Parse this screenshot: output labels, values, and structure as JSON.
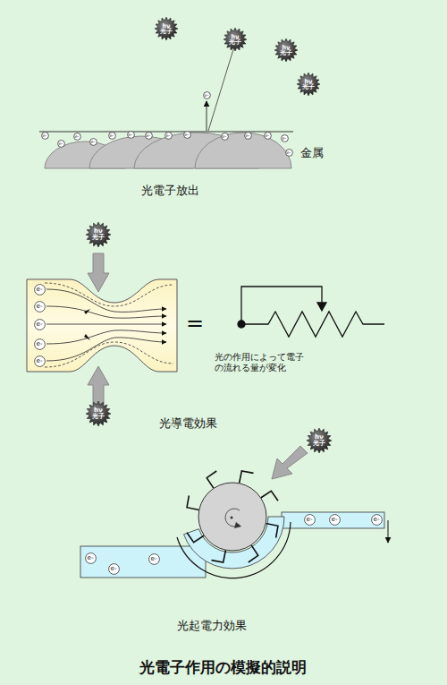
{
  "diagram": {
    "title": "光電子作用の模擬的説明",
    "nodes": [
      {
        "text": [
          "hν 光子"
        ]
      },
      {
        "text": [
          "hν 光子"
        ]
      },
      {
        "text": [
          "hν 光子"
        ]
      },
      {
        "text": [
          "hν 光子"
        ]
      },
      {
        "text": [
          "e-"
        ]
      },
      {
        "text": [
          "e-"
        ]
      },
      {
        "text": [
          "e-"
        ]
      },
      {
        "text": [
          "e-"
        ]
      },
      {
        "text": [
          "e-"
        ]
      },
      {
        "text": [
          "e-"
        ]
      },
      {
        "text": [
          "e-"
        ]
      },
      {
        "text": [
          "e-"
        ]
      },
      {
        "text": [
          "e-"
        ]
      },
      {
        "text": [
          "e-"
        ]
      },
      {
        "text": [
          "e-"
        ]
      },
      {
        "text": [
          "e-"
        ]
      },
      {
        "text": [
          "e-"
        ]
      },
      {
        "text": [
          "e-"
        ]
      },
      {
        "text": [
          "e-"
        ]
      },
      {
        "text": [
          "hν 光子"
        ]
      },
      {
        "text": [
          "e-"
        ]
      },
      {
        "text": [
          "e-"
        ]
      },
      {
        "text": [
          "e-"
        ]
      },
      {
        "text": [
          "e-"
        ]
      },
      {
        "text": [
          "e-"
        ]
      },
      {
        "text": [
          "hν 光子"
        ]
      },
      {
        "text": [
          "hν 光子"
        ]
      },
      {
        "text": [
          "e-"
        ]
      },
      {
        "text": [
          "e-"
        ]
      },
      {
        "text": [
          "e-"
        ]
      },
      {
        "text": [
          "e-"
        ]
      },
      {
        "text": [
          "e-"
        ]
      },
      {
        "text": [
          "e-"
        ]
      }
    ],
    "labels": [
      "金属",
      "光電子放出",
      "=",
      "光の作用によって電子の流れる量が変化",
      "光導電効果",
      "光起電力効果"
    ]
  }
}
